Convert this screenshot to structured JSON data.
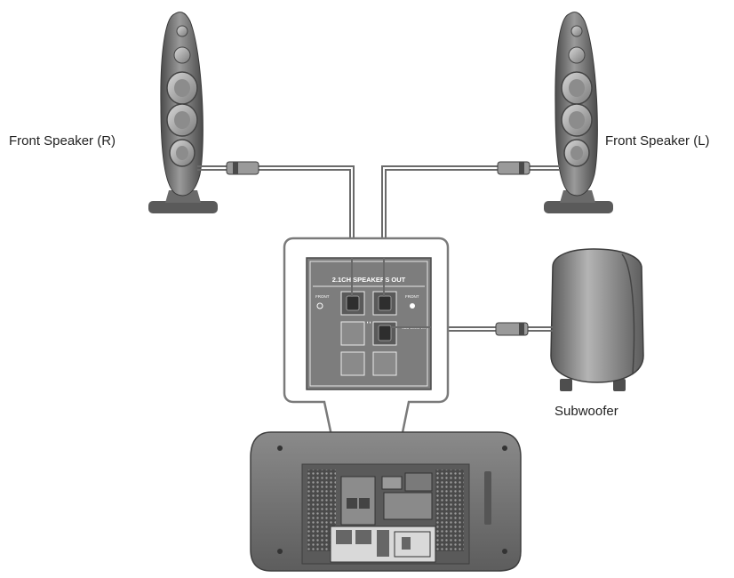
{
  "labels": {
    "front_right": "Front Speaker (R)",
    "front_left": "Front Speaker (L)",
    "subwoofer": "Subwoofer"
  },
  "panel": {
    "title": "2.1CH SPEAKERS OUT",
    "front_left_label": "FRONT",
    "front_right_label": "FRONT",
    "subwoofer_label": "SUB WOOFER"
  },
  "colors": {
    "speaker_dark": "#5e5e5e",
    "speaker_mid": "#8a8a8a",
    "panel_bg": "#7d7d7d",
    "wire": "#6a6a6a",
    "receiver": "#6f6f6f"
  }
}
